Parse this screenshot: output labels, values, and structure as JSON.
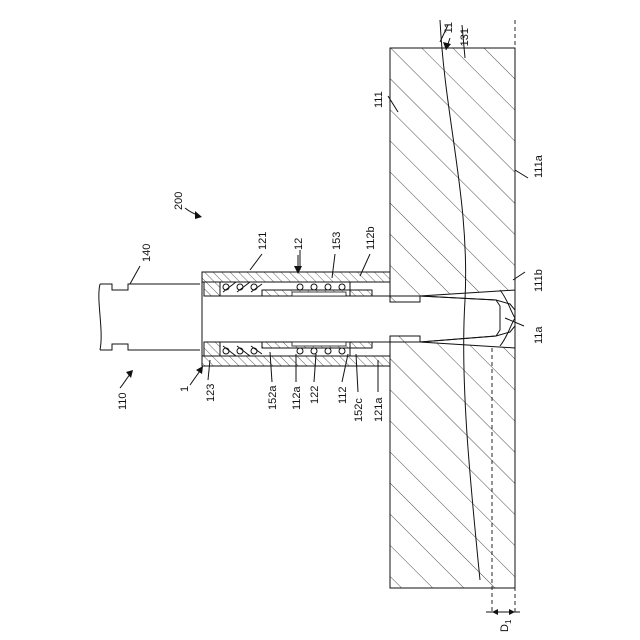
{
  "labels": {
    "l11": "11",
    "l131": "131",
    "l111": "111",
    "l111a": "111a",
    "l111b": "111b",
    "l11a": "11a",
    "l200": "200",
    "l121": "121",
    "l12": "12",
    "l153": "153",
    "l112b": "112b",
    "l140": "140",
    "l110": "110",
    "l1": "1",
    "l123": "123",
    "l152a": "152a",
    "l112a": "112a",
    "l122": "122",
    "l112": "112",
    "l152c": "152c",
    "l121a": "121a",
    "ld1": "D",
    "ld1sub": "1"
  }
}
